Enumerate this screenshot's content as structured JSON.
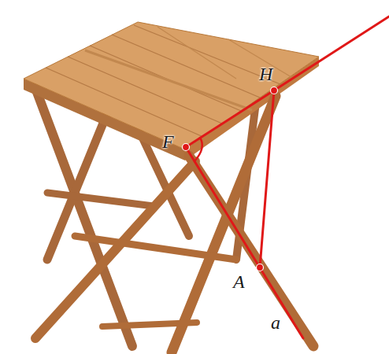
{
  "diagram": {
    "labels": [
      "F",
      "H",
      "A",
      "a"
    ]
  }
}
